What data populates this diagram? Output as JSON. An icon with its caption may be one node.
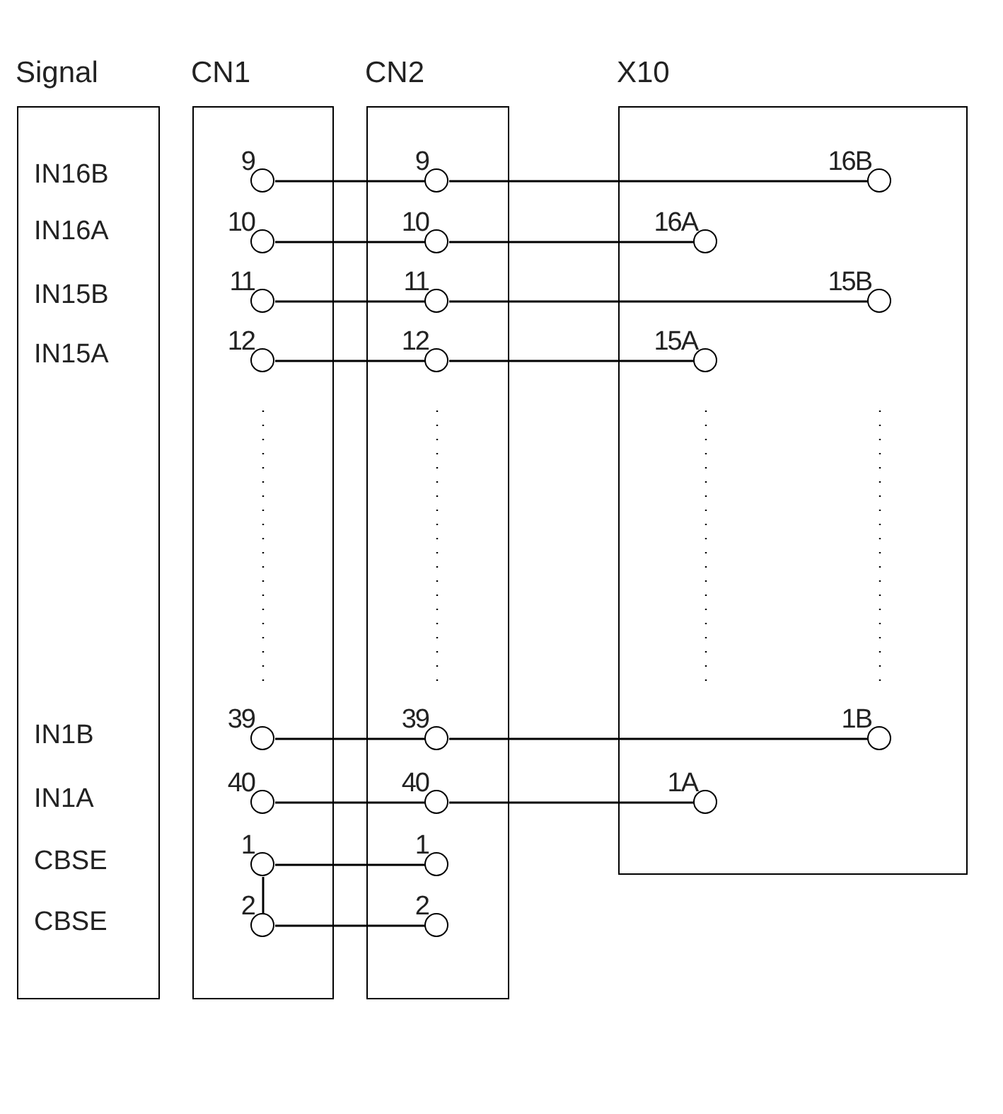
{
  "diagram": {
    "nodes": [
      {
        "text": [
          "Signal",
          "IN16B",
          "IN16A",
          "IN15B",
          "IN15A",
          "IN1B",
          "IN1A",
          "CBSE",
          "CBSE"
        ]
      },
      {
        "text": [
          "CN1"
        ]
      },
      {
        "text": [
          "CN2"
        ]
      },
      {
        "text": [
          "X10"
        ]
      },
      {
        "text": [
          "9"
        ],
        "in": 1
      },
      {
        "text": [
          "10"
        ],
        "in": 1
      },
      {
        "text": [
          "11"
        ],
        "in": 1
      },
      {
        "text": [
          "12"
        ],
        "in": 1
      },
      {
        "text": [
          "39"
        ],
        "in": 1
      },
      {
        "text": [
          "40"
        ],
        "in": 1
      },
      {
        "text": [
          "1"
        ],
        "in": 1
      },
      {
        "text": [
          "2"
        ],
        "in": 1
      },
      {
        "text": [
          "9"
        ],
        "in": 2
      },
      {
        "text": [
          "10"
        ],
        "in": 2
      },
      {
        "text": [
          "11"
        ],
        "in": 2
      },
      {
        "text": [
          "12"
        ],
        "in": 2
      },
      {
        "text": [
          "39"
        ],
        "in": 2
      },
      {
        "text": [
          "40"
        ],
        "in": 2
      },
      {
        "text": [
          "1"
        ],
        "in": 2
      },
      {
        "text": [
          "2"
        ],
        "in": 2
      },
      {
        "text": [
          "16B"
        ],
        "in": 3
      },
      {
        "text": [
          "16A"
        ],
        "in": 3
      },
      {
        "text": [
          "15B"
        ],
        "in": 3
      },
      {
        "text": [
          "15A"
        ],
        "in": 3
      },
      {
        "text": [
          "1B"
        ],
        "in": 3
      },
      {
        "text": [
          "1A"
        ],
        "in": 3
      }
    ],
    "edges": [
      {
        "from": 4,
        "to": 12,
        "arrow": "none"
      },
      {
        "from": 5,
        "to": 13,
        "arrow": "none"
      },
      {
        "from": 6,
        "to": 14,
        "arrow": "none"
      },
      {
        "from": 7,
        "to": 15,
        "arrow": "none"
      },
      {
        "from": 8,
        "to": 16,
        "arrow": "none"
      },
      {
        "from": 9,
        "to": 17,
        "arrow": "none"
      },
      {
        "from": 10,
        "to": 18,
        "arrow": "none"
      },
      {
        "from": 11,
        "to": 19,
        "arrow": "none"
      },
      {
        "from": 12,
        "to": 20,
        "arrow": "none"
      },
      {
        "from": 13,
        "to": 21,
        "arrow": "none"
      },
      {
        "from": 14,
        "to": 22,
        "arrow": "none"
      },
      {
        "from": 15,
        "to": 23,
        "arrow": "none"
      },
      {
        "from": 16,
        "to": 24,
        "arrow": "none"
      },
      {
        "from": 17,
        "to": 25,
        "arrow": "none"
      },
      {
        "from": 10,
        "to": 11,
        "arrow": "none"
      }
    ]
  }
}
